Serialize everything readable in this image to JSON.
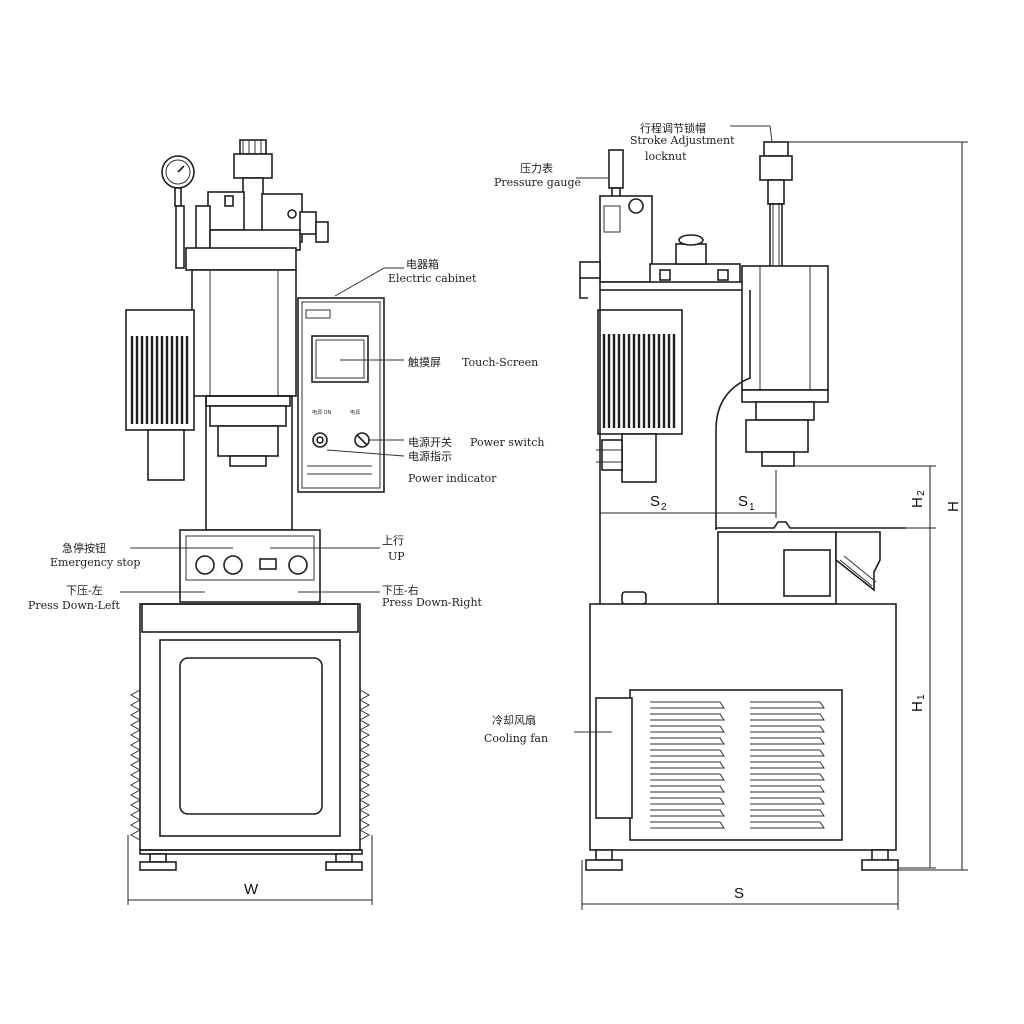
{
  "labels": {
    "electric_cabinet": {
      "cn": "电器箱",
      "en": "Electric cabinet"
    },
    "touch_screen": {
      "cn": "触摸屏",
      "en": "Touch-Screen"
    },
    "power_switch": {
      "cn": "电源开关",
      "en": "Power switch"
    },
    "power_indicator": {
      "cn": "电源指示",
      "en": "Power indicator"
    },
    "up": {
      "cn": "上行",
      "en": "UP"
    },
    "emergency_stop": {
      "cn": "急停按钮",
      "en": "Emergency stop"
    },
    "press_down_left": {
      "cn": "下压-左",
      "en": "Press Down-Left"
    },
    "press_down_right": {
      "cn": "下压-右",
      "en": "Press Down-Right"
    },
    "stroke_adjustment": {
      "cn": "行程调节锁帽",
      "en": "Stroke Adjustment",
      "en2": "locknut"
    },
    "pressure_gauge": {
      "cn": "压力表",
      "en": "Pressure gauge"
    },
    "cooling_fan": {
      "cn": "冷却风扇",
      "en": "Cooling fan"
    }
  },
  "dimensions": {
    "W": "W",
    "S": "S",
    "S1": {
      "main": "S",
      "sub": "1"
    },
    "S2": {
      "main": "S",
      "sub": "2"
    },
    "H": "H",
    "H1": {
      "main": "H",
      "sub": "1"
    },
    "H2": {
      "main": "H",
      "sub": "2"
    }
  }
}
